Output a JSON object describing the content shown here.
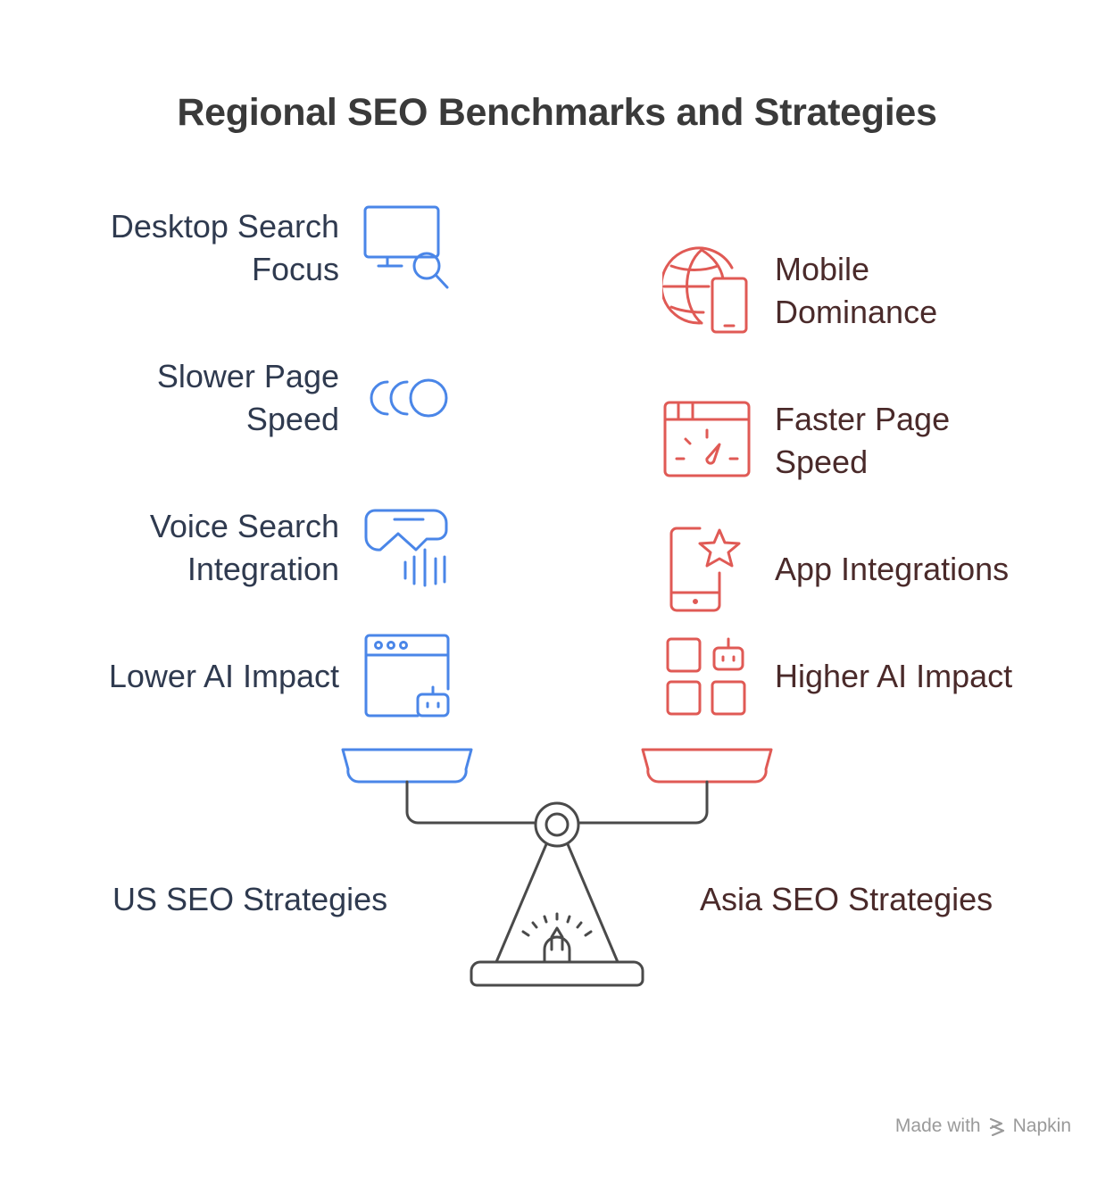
{
  "title": "Regional SEO Benchmarks and Strategies",
  "colors": {
    "us": "#4a86e8",
    "asia": "#e05a55",
    "scale": "#4a4a4a",
    "us_text": "#2f3a4f",
    "asia_text": "#4a2a2a"
  },
  "us": {
    "heading": "US SEO Strategies",
    "items": [
      {
        "line1": "Desktop Search",
        "line2": "Focus",
        "icon": "desktop-search-icon"
      },
      {
        "line1": "Slower Page",
        "line2": "Speed",
        "icon": "slow-circles-icon"
      },
      {
        "line1": "Voice Search",
        "line2": "Integration",
        "icon": "voice-search-icon"
      },
      {
        "line1": "Lower AI Impact",
        "line2": "",
        "icon": "browser-robot-icon"
      }
    ]
  },
  "asia": {
    "heading": "Asia SEO Strategies",
    "items": [
      {
        "line1": "Mobile",
        "line2": "Dominance",
        "icon": "globe-mobile-icon"
      },
      {
        "line1": "Faster Page",
        "line2": "Speed",
        "icon": "speedometer-browser-icon"
      },
      {
        "line1": "App Integrations",
        "line2": "",
        "icon": "phone-star-icon"
      },
      {
        "line1": "Higher AI Impact",
        "line2": "",
        "icon": "grid-robot-icon"
      }
    ]
  },
  "footer": {
    "made_with": "Made with",
    "brand": "Napkin"
  }
}
